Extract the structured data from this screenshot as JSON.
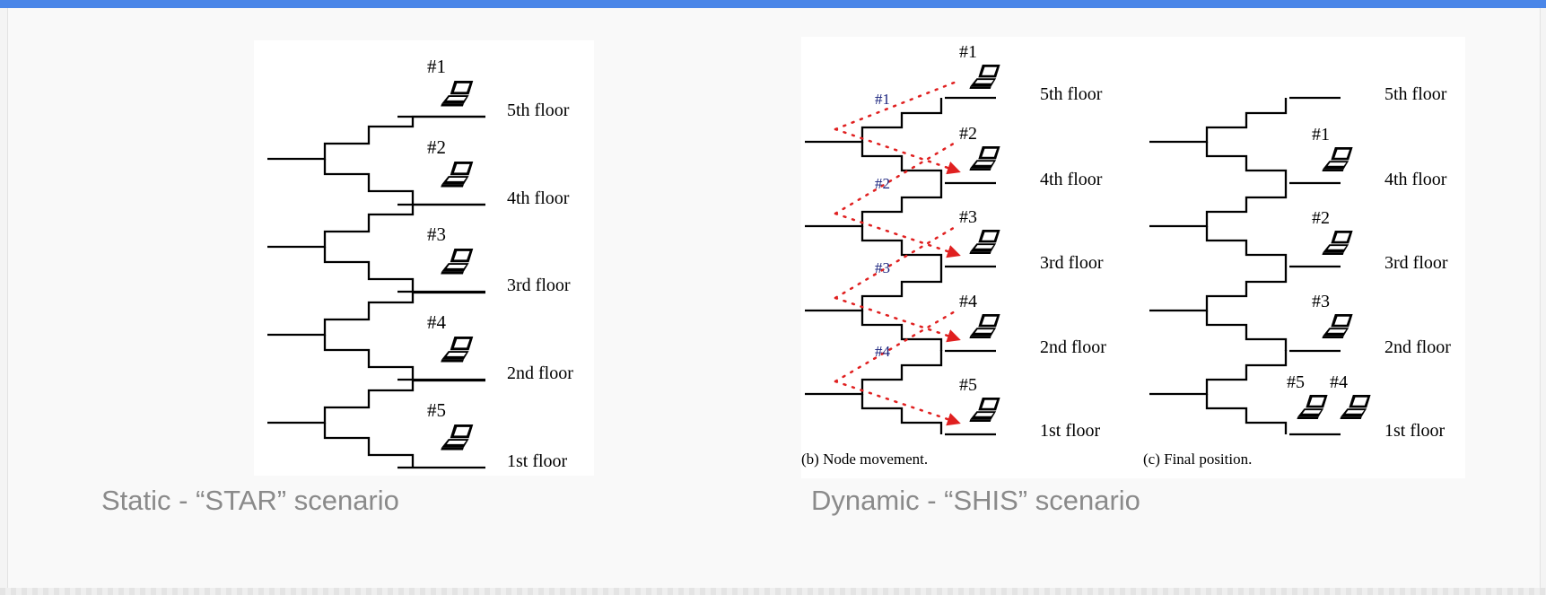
{
  "colors": {
    "accent_bar": "#4a86e8",
    "caption_text": "#8a8a8a",
    "movement_arrow": "#e02020",
    "movement_label": "#1a237e",
    "diagram_ink": "#000000"
  },
  "icons": {
    "node": "laptop-icon"
  },
  "static_figure": {
    "floors": [
      "5th floor",
      "4th floor",
      "3rd floor",
      "2nd floor",
      "1st floor"
    ],
    "nodes": [
      "#1",
      "#2",
      "#3",
      "#4",
      "#5"
    ],
    "caption": "Static - “STAR” scenario"
  },
  "dynamic_figure": {
    "panel_b": {
      "floors": [
        "5th floor",
        "4th floor",
        "3rd floor",
        "2nd floor",
        "1st floor"
      ],
      "nodes": [
        "#1",
        "#2",
        "#3",
        "#4",
        "#5"
      ],
      "movement_labels": [
        "#1",
        "#2",
        "#3",
        "#4"
      ],
      "subcaption": "(b) Node movement."
    },
    "panel_c": {
      "floors": [
        "5th floor",
        "4th floor",
        "3rd floor",
        "2nd floor",
        "1st floor"
      ],
      "nodes": [
        "#1",
        "#2",
        "#3",
        "#5",
        "#4"
      ],
      "subcaption": "(c) Final position."
    },
    "caption": "Dynamic - “SHIS” scenario"
  }
}
